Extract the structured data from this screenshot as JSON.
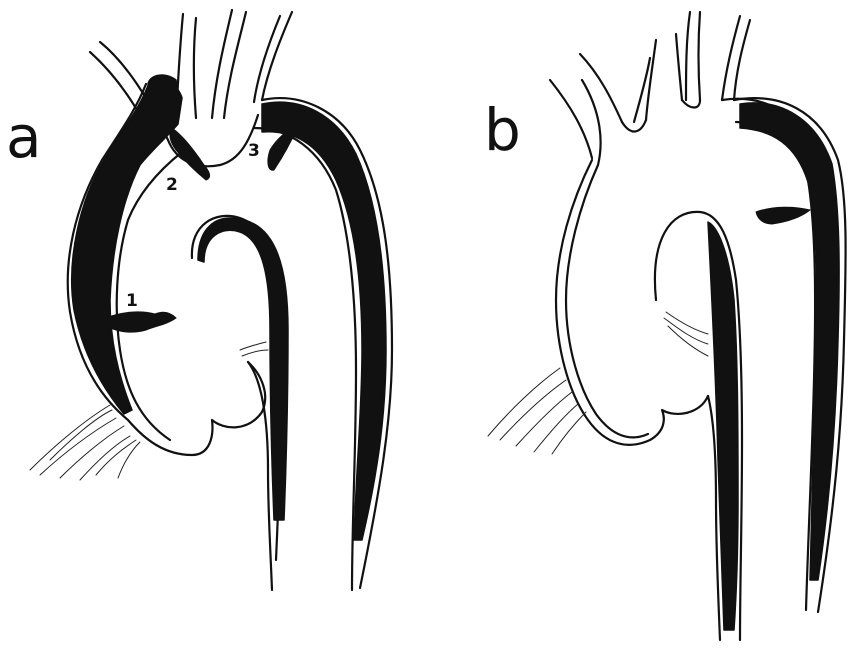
{
  "figure": {
    "panels": [
      {
        "id": "a",
        "label": "a",
        "tear_labels": [
          "1",
          "2",
          "3"
        ]
      },
      {
        "id": "b",
        "label": "b",
        "tear_labels": []
      }
    ],
    "colors": {
      "ink": "#111111",
      "background": "#ffffff"
    }
  }
}
